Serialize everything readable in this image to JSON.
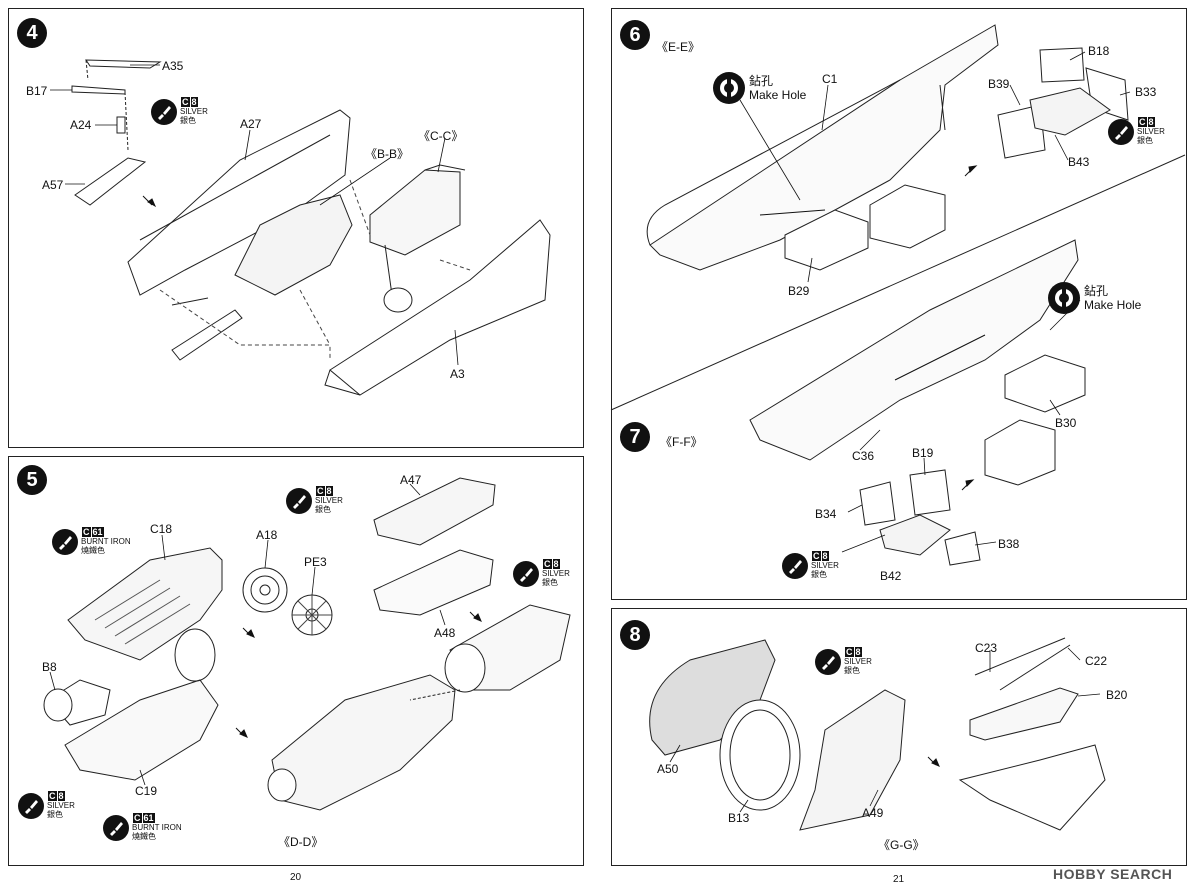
{
  "paint": {
    "silver": {
      "code": "C",
      "num": "8",
      "en": "SILVER",
      "cn": "銀色"
    },
    "burnt_iron": {
      "code": "C",
      "num": "61",
      "en": "BURNT IRON",
      "cn": "燒鐵色"
    }
  },
  "drill": {
    "cn": "鉆孔",
    "en": "Make Hole"
  },
  "step4": {
    "num": "4",
    "labels": {
      "a35": "A35",
      "b17": "B17",
      "a24": "A24",
      "a57": "A57",
      "a27": "A27",
      "a3": "A3"
    },
    "sections": {
      "bb": "《B-B》",
      "cc": "《C-C》"
    }
  },
  "step5": {
    "num": "5",
    "labels": {
      "c18": "C18",
      "a18": "A18",
      "pe3": "PE3",
      "a47": "A47",
      "a48": "A48",
      "b8": "B8",
      "c19": "C19"
    },
    "sections": {
      "dd": "《D-D》"
    }
  },
  "step6": {
    "num": "6",
    "labels": {
      "c1": "C1",
      "b18": "B18",
      "b39": "B39",
      "b33": "B33",
      "b43": "B43",
      "b29": "B29"
    },
    "sections": {
      "ee": "《E-E》"
    }
  },
  "step7": {
    "num": "7",
    "labels": {
      "b30": "B30",
      "c36": "C36",
      "b19": "B19",
      "b34": "B34",
      "b38": "B38",
      "b42": "B42"
    },
    "sections": {
      "ff": "《F-F》"
    }
  },
  "step8": {
    "num": "8",
    "labels": {
      "c23": "C23",
      "c22": "C22",
      "b20": "B20",
      "a50": "A50",
      "b13": "B13",
      "a49": "A49"
    },
    "sections": {
      "gg": "《G-G》"
    }
  },
  "pages": {
    "left": "20",
    "right": "21"
  },
  "watermark": "HOBBY SEARCH"
}
